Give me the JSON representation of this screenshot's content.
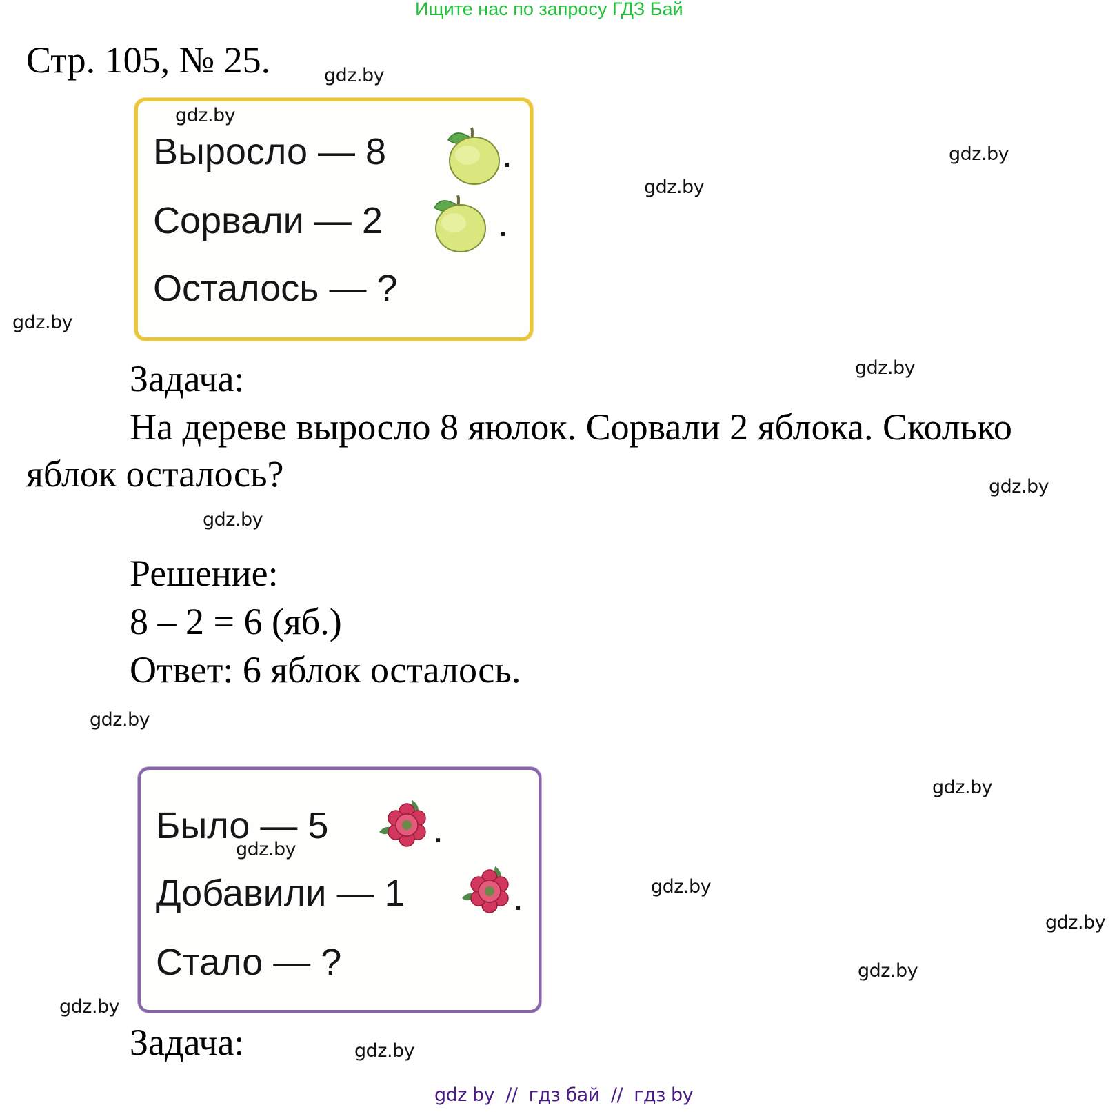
{
  "banner": {
    "text": "Ищите нас по запросу ГДЗ Бай",
    "color": "#22c03a"
  },
  "header": {
    "title": "Стр. 105, № 25."
  },
  "task1": {
    "card": {
      "border_color": "#eac63a",
      "lines": [
        {
          "text": "Выросло — 8",
          "icon": "apple-icon",
          "suffix": "."
        },
        {
          "text": "Сорвали — 2",
          "icon": "apple-icon",
          "suffix": "."
        },
        {
          "text": "Осталось — ?"
        }
      ]
    },
    "task_label": "Задача:",
    "task_text_line1": "На дереве выросло 8 яюлок. Сорвали 2 яблока. Сколько",
    "task_text_line2": "яблок осталось?",
    "solution_label": "Решение:",
    "solution_expr": "8 – 2 = 6 (яб.)",
    "answer": "Ответ: 6 яблок осталось."
  },
  "task2": {
    "card": {
      "border_color": "#8865a8",
      "lines": [
        {
          "text": "Было — 5",
          "icon": "flower-icon",
          "suffix": "."
        },
        {
          "text": "Добавили — 1",
          "icon": "flower-icon",
          "suffix": "."
        },
        {
          "text": "Стало — ?"
        }
      ]
    },
    "task_label": "Задача:"
  },
  "watermarks": [
    "gdz.by",
    "gdz.by",
    "gdz.by",
    "gdz.by",
    "gdz.by",
    "gdz.by",
    "gdz.by",
    "gdz.by",
    "gdz.by",
    "gdz.by",
    "gdz.by",
    "gdz.by",
    "gdz.by",
    "gdz.by",
    "gdz.by",
    "gdz.by"
  ],
  "footer": {
    "text": "gdz by  //  гдз бай  //  гдз by",
    "color": "#4a1a86"
  }
}
